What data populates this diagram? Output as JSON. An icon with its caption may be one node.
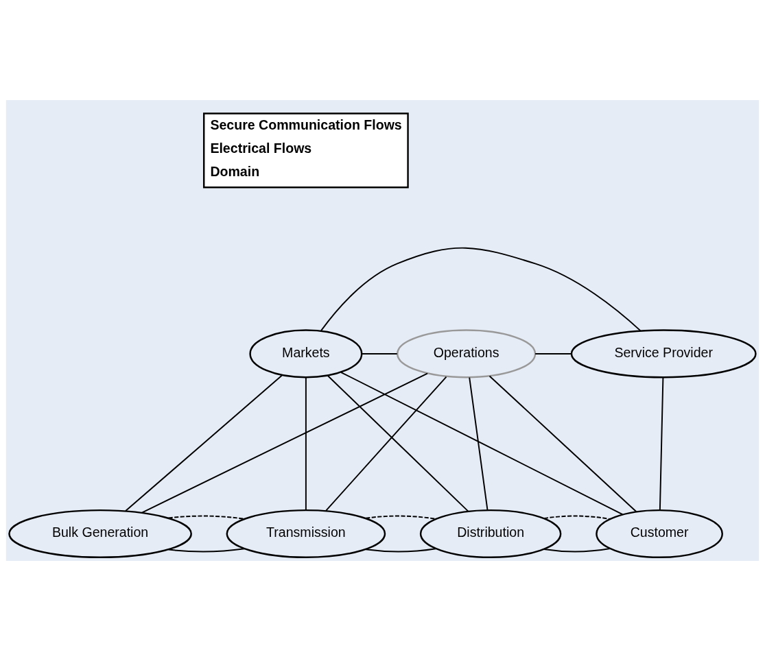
{
  "diagram": {
    "nodes": [
      {
        "text": [
          "Operations"
        ]
      },
      {
        "text": [
          "Service Provider"
        ]
      },
      {
        "text": [
          "Markets"
        ]
      },
      {
        "text": [
          "Bulk Generation"
        ]
      },
      {
        "text": [
          "Transmission"
        ]
      },
      {
        "text": [
          "Distribution"
        ]
      },
      {
        "text": [
          "Customer"
        ]
      }
    ],
    "edges": [
      {
        "from": 2,
        "to": 1,
        "arrow": "none"
      },
      {
        "from": 2,
        "to": 0,
        "arrow": "none"
      },
      {
        "from": 0,
        "to": 1,
        "arrow": "none"
      },
      {
        "from": 2,
        "to": 3,
        "arrow": "none"
      },
      {
        "from": 2,
        "to": 4,
        "arrow": "none"
      },
      {
        "from": 2,
        "to": 5,
        "arrow": "none"
      },
      {
        "from": 2,
        "to": 6,
        "arrow": "none"
      },
      {
        "from": 0,
        "to": 3,
        "arrow": "none"
      },
      {
        "from": 0,
        "to": 4,
        "arrow": "none"
      },
      {
        "from": 0,
        "to": 5,
        "arrow": "none"
      },
      {
        "from": 0,
        "to": 6,
        "arrow": "none"
      },
      {
        "from": 1,
        "to": 6,
        "arrow": "none"
      },
      {
        "from": 3,
        "to": 4,
        "arrow": "none"
      },
      {
        "from": 4,
        "to": 5,
        "arrow": "none"
      },
      {
        "from": 5,
        "to": 6,
        "arrow": "none"
      },
      {
        "from": 3,
        "to": 4,
        "arrow": "none",
        "style": "dashed"
      },
      {
        "from": 4,
        "to": 5,
        "arrow": "none",
        "style": "dashed"
      },
      {
        "from": 5,
        "to": 6,
        "arrow": "none",
        "style": "dashed"
      }
    ],
    "legend": [
      {
        "text": "Secure Communication Flows"
      },
      {
        "text": "Electrical Flows"
      },
      {
        "text": "Domain"
      }
    ]
  }
}
